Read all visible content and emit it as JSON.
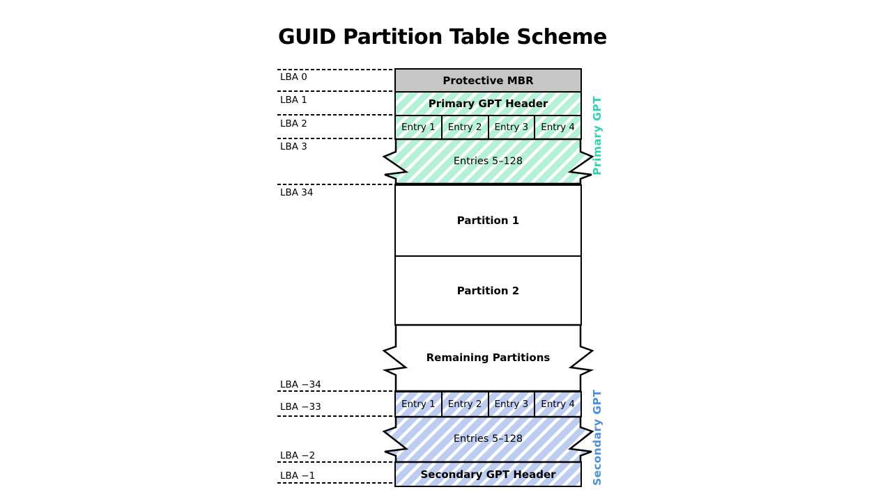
{
  "title": "GUID Partition Table Scheme",
  "colors": {
    "primary_gpt_label": "#2fd3ae",
    "secondary_gpt_label": "#4a8fe2",
    "primary_stripe": "#b3f1d8",
    "secondary_stripe": "#bccdf1",
    "mbr_fill": "#c6c6c6",
    "line": "#000000"
  },
  "lba_labels": [
    "LBA 0",
    "LBA 1",
    "LBA 2",
    "LBA 3",
    "LBA 34",
    "LBA −34",
    "LBA −33",
    "LBA −2",
    "LBA −1"
  ],
  "blocks": {
    "protective_mbr": "Protective MBR",
    "primary_gpt_header": "Primary GPT Header",
    "primary_entries": [
      "Entry 1",
      "Entry 2",
      "Entry 3",
      "Entry 4"
    ],
    "primary_entries_rest": "Entries 5–128",
    "partition_1": "Partition 1",
    "partition_2": "Partition 2",
    "remaining_partitions": "Remaining Partitions",
    "secondary_entries": [
      "Entry 1",
      "Entry 2",
      "Entry 3",
      "Entry 4"
    ],
    "secondary_entries_rest": "Entries 5–128",
    "secondary_gpt_header": "Secondary GPT Header"
  },
  "side_labels": {
    "primary": "Primary GPT",
    "secondary": "Secondary GPT"
  }
}
